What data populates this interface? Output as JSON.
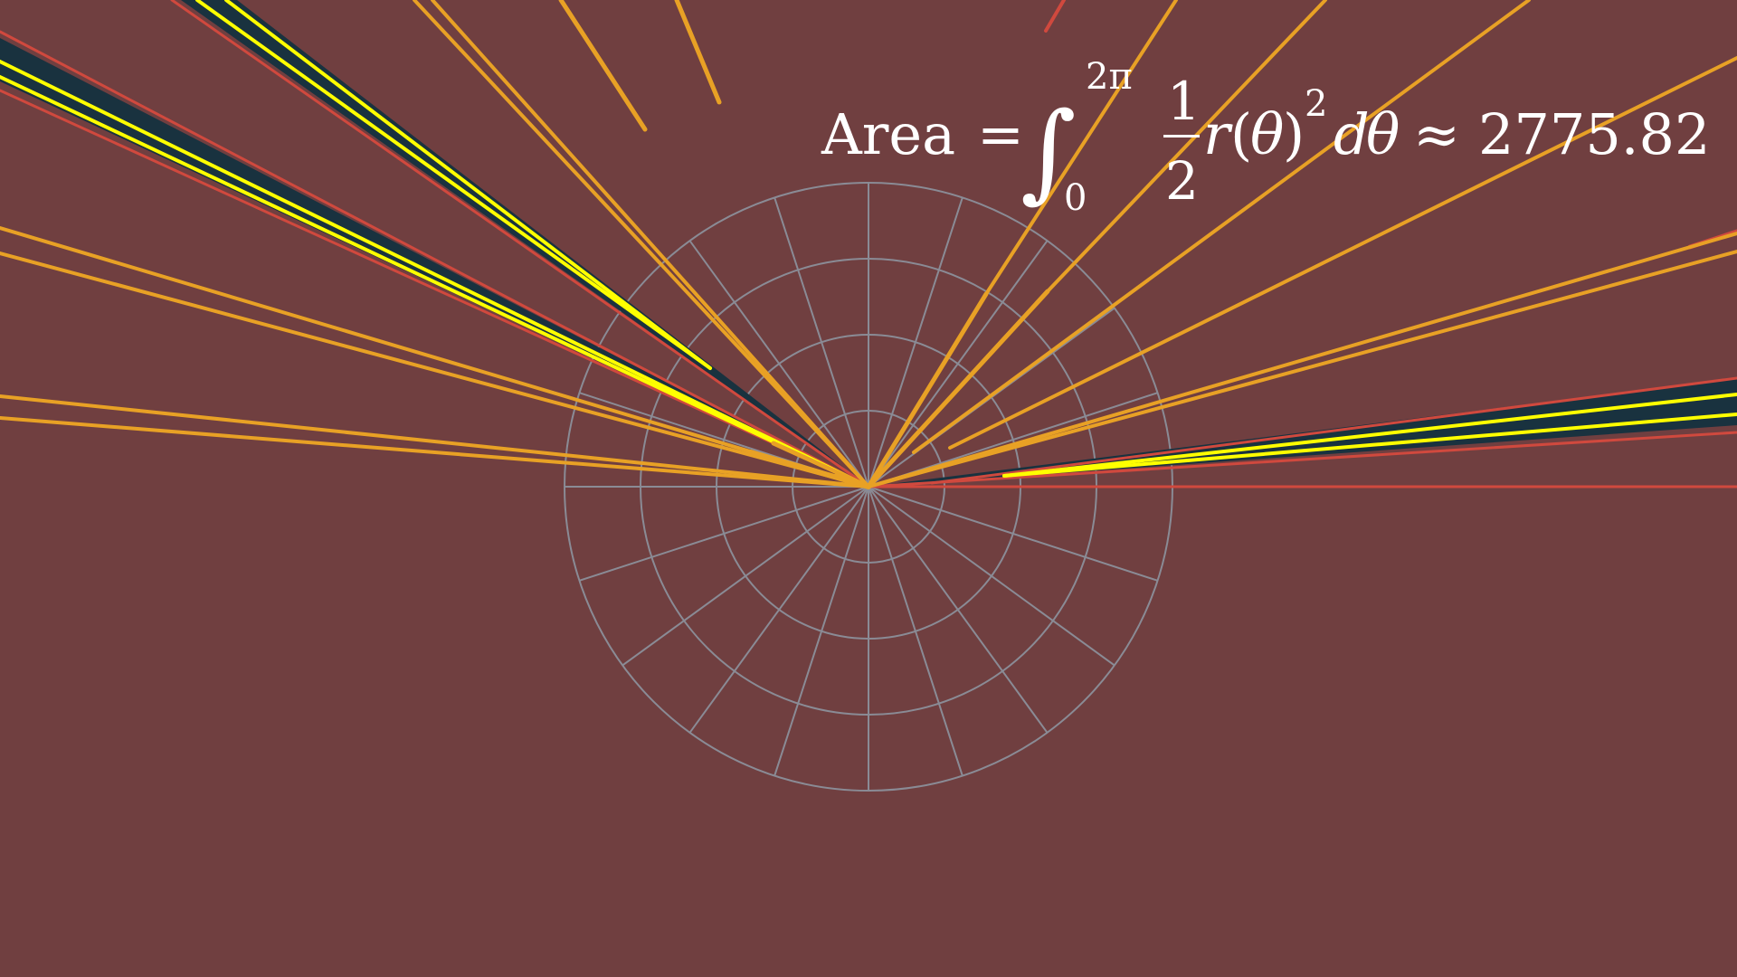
{
  "colors": {
    "background": "#703f40",
    "grid": "#8a8b95",
    "petal_fill": "#19323f",
    "curve_red": "#d0493e",
    "curve_orange": "#e8a125",
    "curve_yellow": "#ffff00",
    "text": "#ffffff"
  },
  "polar_grid": {
    "rings": 4,
    "spokes": 20
  },
  "formula": {
    "lhs": "Area",
    "equals": "=",
    "integral": "∫",
    "upper_limit": "2π",
    "lower_limit": "0",
    "frac_num": "1",
    "frac_den": "2",
    "integrand_r": "r",
    "integrand_open": "(",
    "integrand_theta": "θ",
    "integrand_close": ")",
    "integrand_power": "2",
    "d": "d",
    "dtheta": "θ",
    "approx": "≈",
    "value": "2775.82"
  }
}
